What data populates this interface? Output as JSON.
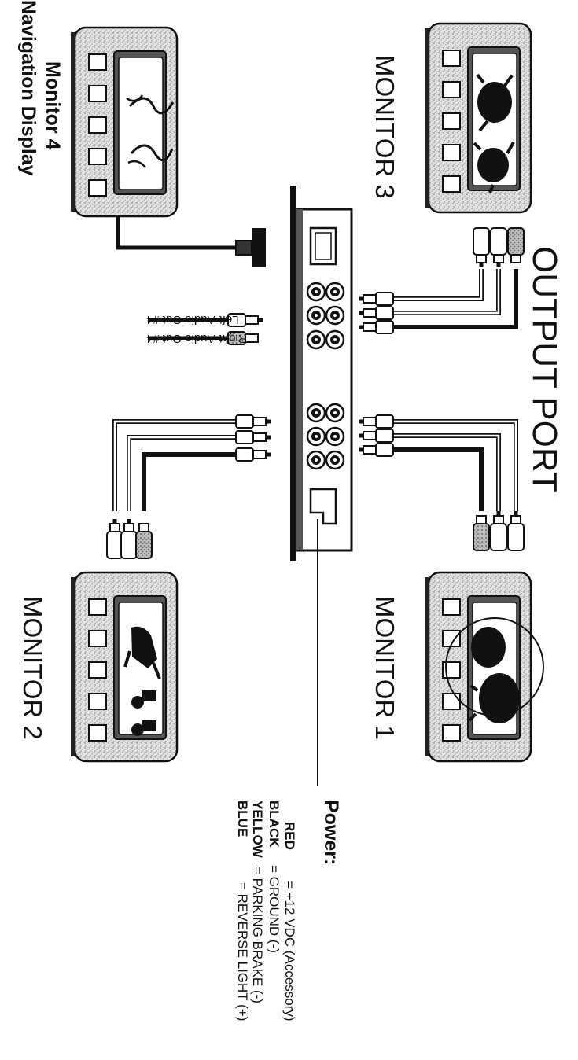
{
  "diagram": {
    "title": "OUTPUT PORT",
    "monitors": [
      {
        "label": "MONITOR 3"
      },
      {
        "label": "MONITOR 1"
      },
      {
        "label": "MONITOR 2"
      },
      {
        "label": "Monitor 4",
        "sublabel": "Navigation Display"
      }
    ],
    "audio_outputs": [
      {
        "label": "Left-Audio Out #4"
      },
      {
        "label": "Right-Audio Out #4"
      }
    ],
    "power": {
      "title": "Power:",
      "wires": [
        {
          "color": "RED",
          "description": "= +12 VDC (Accessory)"
        },
        {
          "color": "BLACK",
          "description": "= GROUND (-)"
        },
        {
          "color": "YELLOW",
          "description": "= PARKING BRAKE (-)"
        },
        {
          "color": "BLUE",
          "description": "= REVERSE LIGHT (+)"
        }
      ]
    }
  }
}
